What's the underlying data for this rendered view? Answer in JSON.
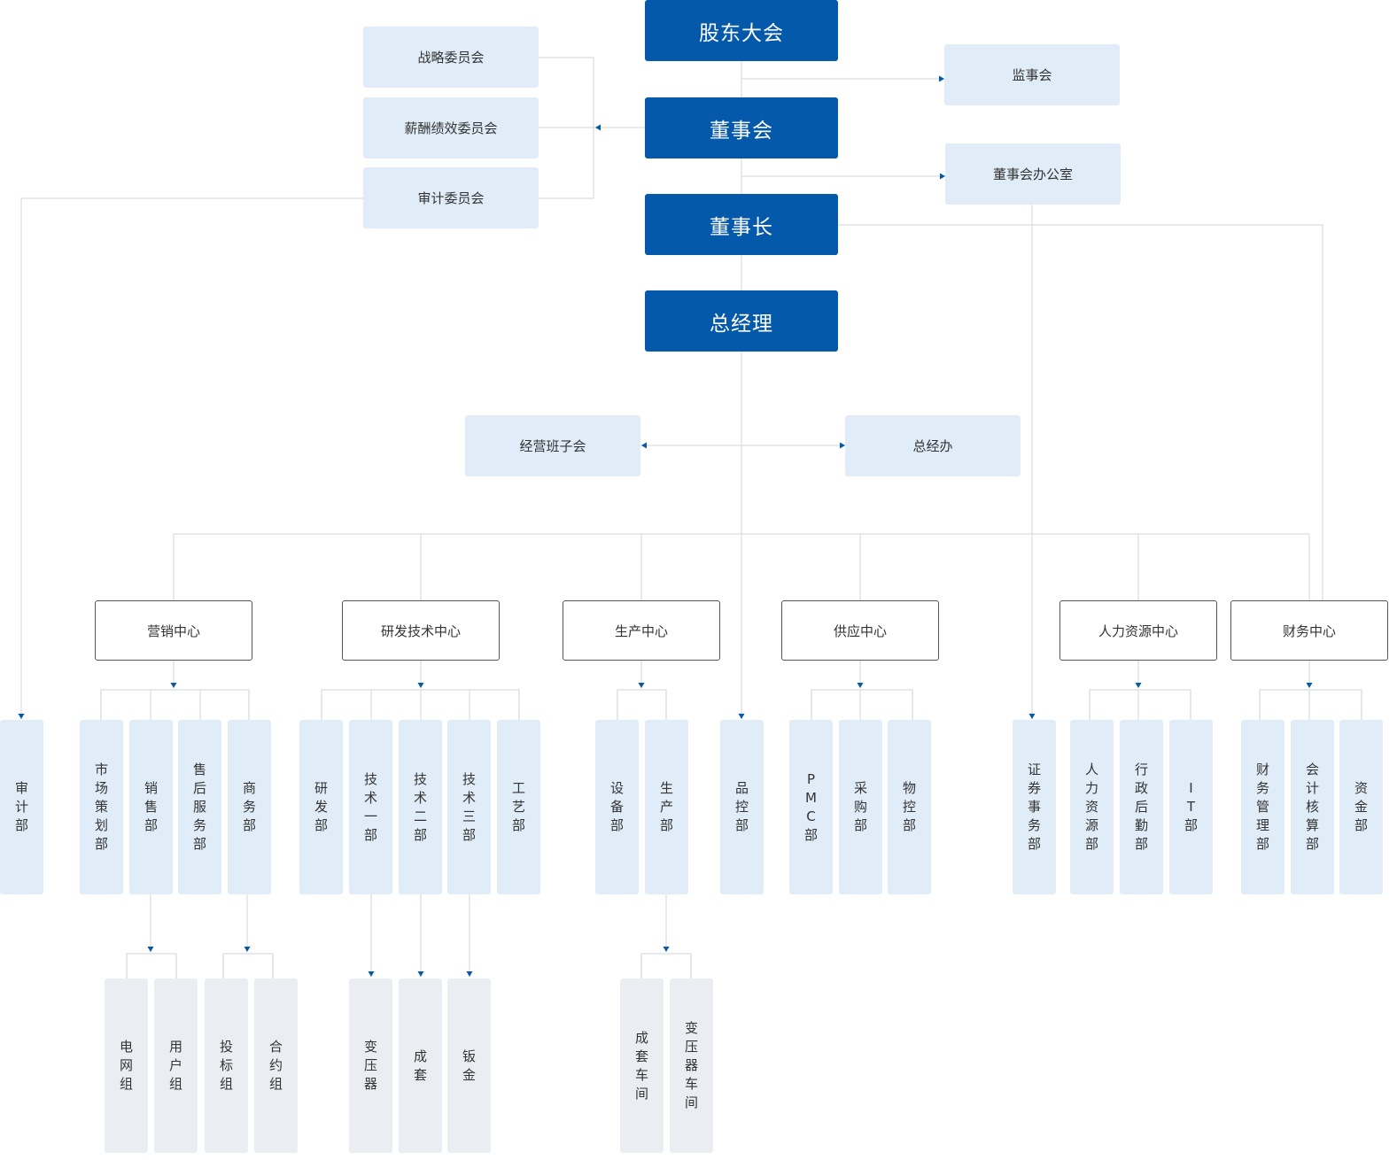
{
  "top": {
    "shareholders": "股东大会",
    "board": "董事会",
    "chairman": "董事长",
    "gm": "总经理"
  },
  "committees": [
    "战略委员会",
    "薪酬绩效委员会",
    "审计委员会"
  ],
  "supervisors": "监事会",
  "board_office": "董事会办公室",
  "mgmt": {
    "left": "经营班子会",
    "right": "总经办"
  },
  "centers": [
    "营销中心",
    "研发技术中心",
    "生产中心",
    "供应中心",
    "人力资源中心",
    "财务中心"
  ],
  "departments": [
    "审计部",
    "市场策划部",
    "销售部",
    "售后服务部",
    "商务部",
    "研发部",
    "技术一部",
    "技术二部",
    "技术三部",
    "工艺部",
    "设备部",
    "生产部",
    "品控部",
    "PMC部",
    "采购部",
    "物控部",
    "证券事务部",
    "人力资源部",
    "行政后勤部",
    "IT部",
    "财务管理部",
    "会计核算部",
    "资金部"
  ],
  "groups": [
    "电网组",
    "用户组",
    "投标组",
    "合约组",
    "变压器",
    "成套",
    "钣金",
    "成套车间",
    "变压器车间"
  ],
  "colors": {
    "dark_box": "#0559aa",
    "light_box": "#e0ecf8",
    "gray_box": "#eaeef2",
    "line": "#d8dde2",
    "arrow": "#0559aa"
  }
}
